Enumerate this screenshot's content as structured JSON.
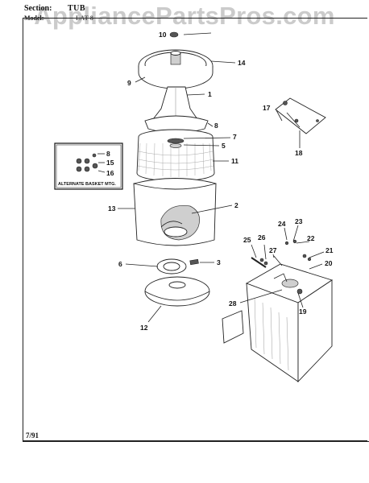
{
  "watermark": "AppliancePartsPros.com",
  "header": {
    "section_label": "Section:",
    "section_value": "TUB",
    "model_label": "Model:",
    "model_value": "LAT 8"
  },
  "footer": {
    "date": "7/91"
  },
  "alternate_box": {
    "caption": "ALTERNATE BASKET MTG.",
    "callouts": [
      "8",
      "15",
      "16"
    ]
  },
  "callouts": {
    "c1": "1",
    "c2": "2",
    "c3": "3",
    "c5": "5",
    "c6": "6",
    "c7": "7",
    "c8": "8",
    "c9": "9",
    "c10": "10",
    "c11": "11",
    "c12": "12",
    "c13": "13",
    "c14": "14",
    "c17": "17",
    "c18": "18",
    "c19": "19",
    "c20": "20",
    "c21": "21",
    "c22": "22",
    "c23": "23",
    "c24": "24",
    "c25": "25",
    "c26": "26",
    "c27": "27",
    "c28": "28"
  },
  "colors": {
    "line": "#222222",
    "shade": "#cfcfcf",
    "watermark": "#a0a0a0"
  }
}
